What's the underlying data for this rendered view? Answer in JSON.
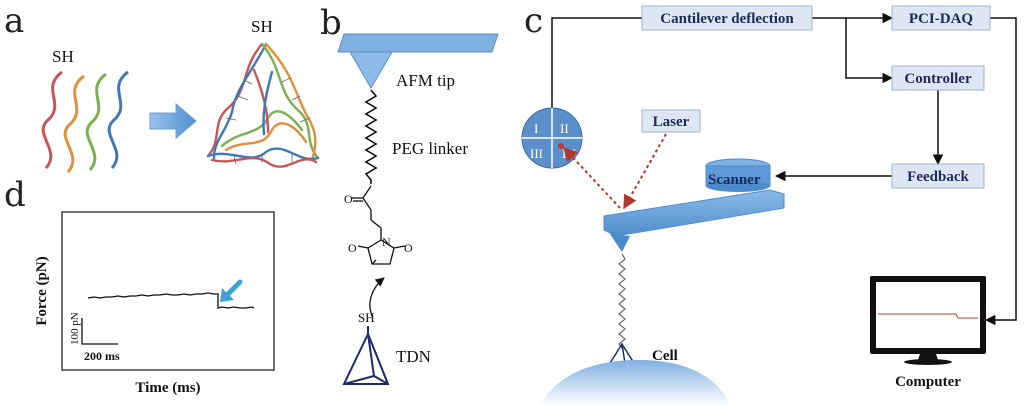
{
  "panels": {
    "a": {
      "letter": "a",
      "sh_left": "SH",
      "sh_right": "SH",
      "strand_colors": [
        "#c8555a",
        "#e0903a",
        "#7ab050",
        "#3f78b8"
      ]
    },
    "b": {
      "letter": "b",
      "afm_tip": "AFM tip",
      "peg_linker": "PEG linker",
      "sh": "SH",
      "tdn": "TDN",
      "atom_o_top": "O",
      "atom_o_left": "O",
      "atom_o_right": "O",
      "atom_n": "N"
    },
    "c": {
      "letter": "c",
      "cantilever_deflection": "Cantilever deflection",
      "pci_daq": "PCI-DAQ",
      "controller": "Controller",
      "feedback": "Feedback",
      "scanner": "Scanner",
      "laser": "Laser",
      "cell": "Cell",
      "computer": "Computer",
      "quadrants": [
        "I",
        "II",
        "III",
        "IV"
      ]
    },
    "d": {
      "letter": "d",
      "ylabel": "Force (pN)",
      "xlabel": "Time (ms)",
      "scale_y": "100 pN",
      "scale_x": "200 ms"
    }
  },
  "colors": {
    "accent_blue": "#5b9bd5",
    "box_fill": "#dde6f3",
    "box_border": "#9fb3d1",
    "dark_navy": "#1f2a6b",
    "laser_red": "#b03a2e"
  },
  "icons": [
    "arrow-right-icon",
    "afm-tip-icon",
    "tetrahedron-icon",
    "photodiode-icon",
    "monitor-icon"
  ]
}
